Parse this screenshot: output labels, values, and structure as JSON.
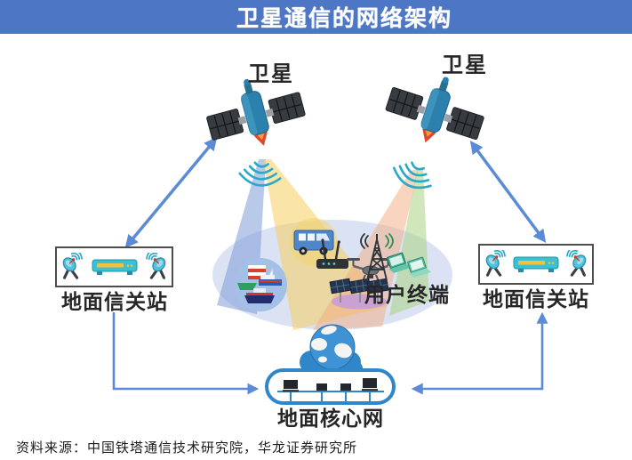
{
  "title": "卫星通信的网络架构",
  "diagram": {
    "satellites": [
      {
        "label": "卫星"
      },
      {
        "label": "卫星"
      }
    ],
    "gateways": [
      {
        "label": "地面信关站"
      },
      {
        "label": "地面信关站"
      }
    ],
    "user_terminals": {
      "label": "用户终端"
    },
    "core_network": {
      "label": "地面核心网"
    }
  },
  "source_note": "资料来源：中国铁塔通信技术研究院，华龙证券研究所",
  "icons": [
    "satellite-icon",
    "signal-waves-icon",
    "dish-antenna-icon",
    "modem-icon",
    "ship-icon",
    "van-icon",
    "wifi-router-icon",
    "drone-icon",
    "solar-panel-icon",
    "signal-tower-icon",
    "laptop-icon",
    "earth-globe-icon",
    "cloud-icon",
    "server-icon",
    "arrow-icon"
  ],
  "colors": {
    "title_bar": "#4d76c4",
    "title_text": "#ffffff",
    "arrow": "#5b8bd6",
    "signal_wave": "#2aa9c9",
    "beam_blue": "#7393d3",
    "beam_yellow": "#f6ce5f",
    "beam_orange": "#f3ac80",
    "beam_green": "#aad384",
    "terminal_ellipse": "#dbe2f4",
    "core_network_blue": "#2f86c8",
    "label_text": "#262626"
  }
}
